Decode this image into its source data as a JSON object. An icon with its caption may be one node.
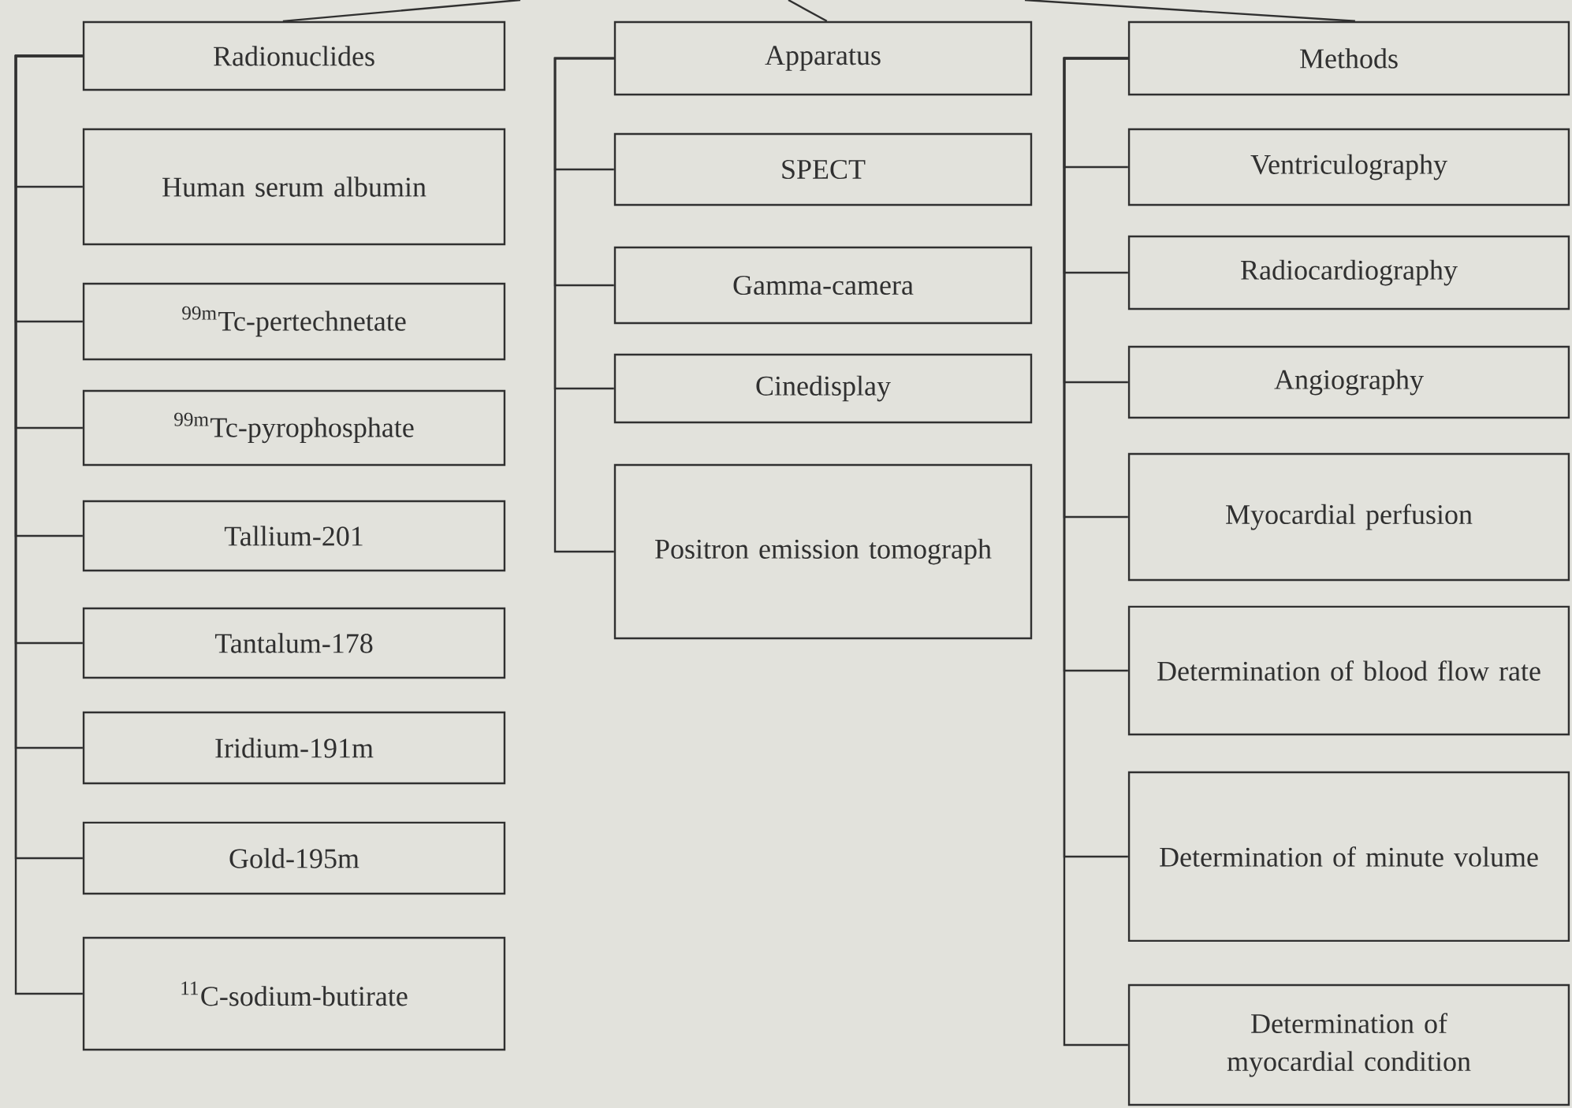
{
  "diagram": {
    "nodes": [
      {
        "text": [
          "Radionuclides"
        ]
      },
      {
        "text": [
          "Human serum albumin"
        ]
      },
      {
        "text": [
          "$^{99m}$Tc-pertechnetate"
        ]
      },
      {
        "text": [
          "$^{99m}$Tc-pyrophosphate"
        ]
      },
      {
        "text": [
          "Tallium-201"
        ]
      },
      {
        "text": [
          "Tantalum-178"
        ]
      },
      {
        "text": [
          "Iridium-191m"
        ]
      },
      {
        "text": [
          "Gold-195m"
        ]
      },
      {
        "text": [
          "$^{11}$C-sodium-butirate"
        ]
      },
      {
        "text": [
          "Apparatus"
        ]
      },
      {
        "text": [
          "SPECT"
        ]
      },
      {
        "text": [
          "Gamma-camera"
        ]
      },
      {
        "text": [
          "Cinedisplay"
        ]
      },
      {
        "text": [
          "Positron emission tomograph"
        ]
      },
      {
        "text": [
          "Methods"
        ]
      },
      {
        "text": [
          "Ventriculography"
        ]
      },
      {
        "text": [
          "Radiocardiography"
        ]
      },
      {
        "text": [
          "Angiography"
        ]
      },
      {
        "text": [
          "Myocardial perfusion"
        ]
      },
      {
        "text": [
          "Determination of blood flow rate"
        ]
      },
      {
        "text": [
          "Determination of minute volume"
        ]
      },
      {
        "text": [
          "Determination of myocardial condition"
        ]
      }
    ],
    "edges": [
      {
        "from": null,
        "to": 0,
        "arrow": "none"
      },
      {
        "from": null,
        "to": 9,
        "arrow": "none"
      },
      {
        "from": null,
        "to": 14,
        "arrow": "none"
      },
      {
        "from": 0,
        "to": 1,
        "arrow": "none"
      },
      {
        "from": 0,
        "to": 2,
        "arrow": "none"
      },
      {
        "from": 0,
        "to": 3,
        "arrow": "none"
      },
      {
        "from": 0,
        "to": 4,
        "arrow": "none"
      },
      {
        "from": 0,
        "to": 5,
        "arrow": "none"
      },
      {
        "from": 0,
        "to": 6,
        "arrow": "none"
      },
      {
        "from": 0,
        "to": 7,
        "arrow": "none"
      },
      {
        "from": 0,
        "to": 8,
        "arrow": "none"
      },
      {
        "from": 9,
        "to": 10,
        "arrow": "none"
      },
      {
        "from": 9,
        "to": 11,
        "arrow": "none"
      },
      {
        "from": 9,
        "to": 12,
        "arrow": "none"
      },
      {
        "from": 9,
        "to": 13,
        "arrow": "none"
      },
      {
        "from": 14,
        "to": 15,
        "arrow": "none"
      },
      {
        "from": 14,
        "to": 16,
        "arrow": "none"
      },
      {
        "from": 14,
        "to": 17,
        "arrow": "none"
      },
      {
        "from": 14,
        "to": 18,
        "arrow": "none"
      },
      {
        "from": 14,
        "to": 19,
        "arrow": "none"
      },
      {
        "from": 14,
        "to": 20,
        "arrow": "none"
      },
      {
        "from": 14,
        "to": 21,
        "arrow": "none"
      }
    ]
  }
}
